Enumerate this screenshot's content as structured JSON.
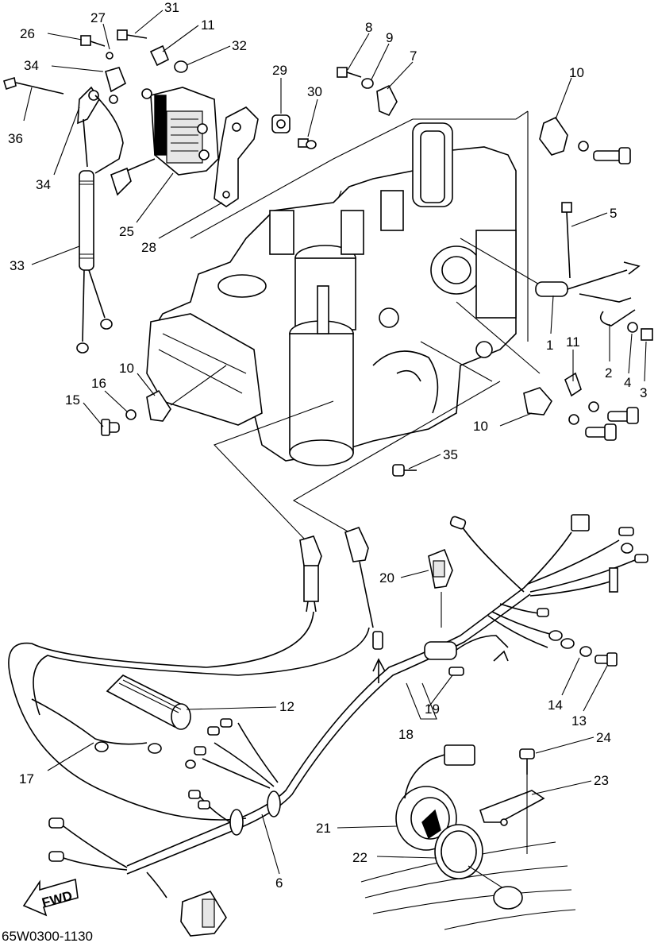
{
  "diagram_code": "65W0300-1130",
  "fwd_label": "FWD",
  "callouts": [
    "31",
    "27",
    "11",
    "26",
    "32",
    "8",
    "9",
    "7",
    "34",
    "29",
    "30",
    "10",
    "36",
    "34",
    "25",
    "28",
    "33",
    "5",
    "1",
    "11",
    "2",
    "4",
    "3",
    "10",
    "16",
    "15",
    "10",
    "35",
    "20",
    "12",
    "14",
    "13",
    "19",
    "18",
    "17",
    "24",
    "23",
    "21",
    "22",
    "6"
  ]
}
